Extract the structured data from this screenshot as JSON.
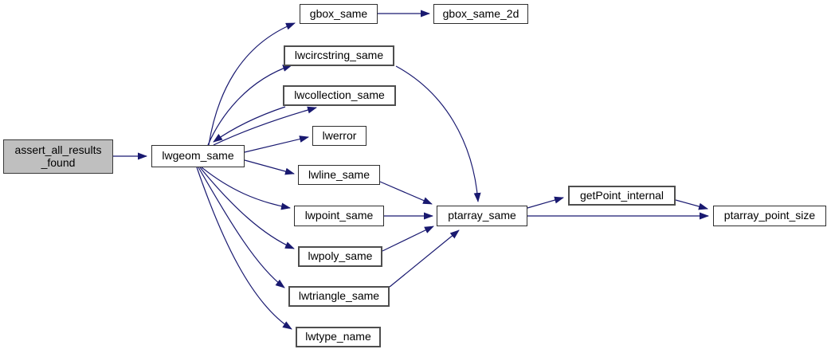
{
  "diagram": {
    "kind": "function-call-graph",
    "colors": {
      "background": "#ffffff",
      "edge": "#191970",
      "node_fill": "#ffffff",
      "node_border": "#2e2e2e",
      "root_node_fill": "#bfbfbf"
    },
    "nodes": [
      {
        "id": "assert_all_results_found",
        "label": "assert_all_results\n_found"
      },
      {
        "id": "lwgeom_same",
        "label": "lwgeom_same"
      },
      {
        "id": "gbox_same",
        "label": "gbox_same"
      },
      {
        "id": "gbox_same_2d",
        "label": "gbox_same_2d"
      },
      {
        "id": "lwcircstring_same",
        "label": "lwcircstring_same"
      },
      {
        "id": "lwcollection_same",
        "label": "lwcollection_same"
      },
      {
        "id": "lwerror",
        "label": "lwerror"
      },
      {
        "id": "lwline_same",
        "label": "lwline_same"
      },
      {
        "id": "lwpoint_same",
        "label": "lwpoint_same"
      },
      {
        "id": "lwpoly_same",
        "label": "lwpoly_same"
      },
      {
        "id": "lwtriangle_same",
        "label": "lwtriangle_same"
      },
      {
        "id": "lwtype_name",
        "label": "lwtype_name"
      },
      {
        "id": "ptarray_same",
        "label": "ptarray_same"
      },
      {
        "id": "getPoint_internal",
        "label": "getPoint_internal"
      },
      {
        "id": "ptarray_point_size",
        "label": "ptarray_point_size"
      }
    ],
    "edges": [
      {
        "from": "assert_all_results_found",
        "to": "lwgeom_same"
      },
      {
        "from": "lwgeom_same",
        "to": "gbox_same"
      },
      {
        "from": "lwgeom_same",
        "to": "lwcircstring_same"
      },
      {
        "from": "lwgeom_same",
        "to": "lwcollection_same"
      },
      {
        "from": "lwcollection_same",
        "to": "lwgeom_same"
      },
      {
        "from": "lwgeom_same",
        "to": "lwerror"
      },
      {
        "from": "lwgeom_same",
        "to": "lwline_same"
      },
      {
        "from": "lwgeom_same",
        "to": "lwpoint_same"
      },
      {
        "from": "lwgeom_same",
        "to": "lwpoly_same"
      },
      {
        "from": "lwgeom_same",
        "to": "lwtriangle_same"
      },
      {
        "from": "lwgeom_same",
        "to": "lwtype_name"
      },
      {
        "from": "gbox_same",
        "to": "gbox_same_2d"
      },
      {
        "from": "lwcircstring_same",
        "to": "ptarray_same"
      },
      {
        "from": "lwline_same",
        "to": "ptarray_same"
      },
      {
        "from": "lwpoint_same",
        "to": "ptarray_same"
      },
      {
        "from": "lwpoly_same",
        "to": "ptarray_same"
      },
      {
        "from": "lwtriangle_same",
        "to": "ptarray_same"
      },
      {
        "from": "ptarray_same",
        "to": "getPoint_internal"
      },
      {
        "from": "ptarray_same",
        "to": "ptarray_point_size"
      },
      {
        "from": "getPoint_internal",
        "to": "ptarray_point_size"
      }
    ]
  }
}
